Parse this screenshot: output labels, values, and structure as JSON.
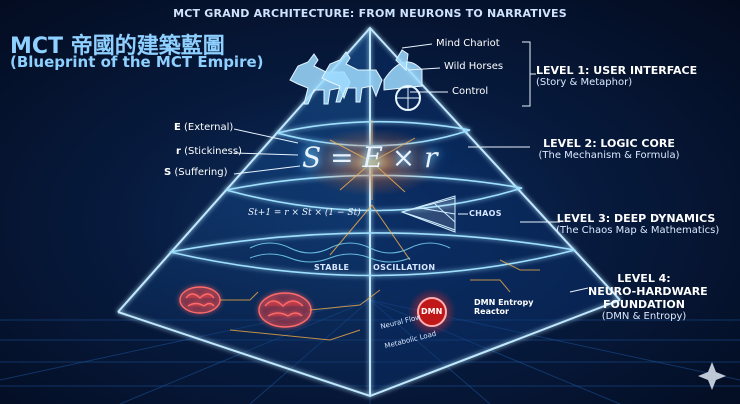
{
  "header": {
    "top_title": "MCT GRAND ARCHITECTURE: FROM NEURONS TO NARRATIVES"
  },
  "title": {
    "chinese": "MCT 帝國的建築藍圖",
    "english": "(Blueprint of the MCT Empire)"
  },
  "top_callouts": [
    "Mind Chariot",
    "Wild Horses",
    "Control"
  ],
  "levels": [
    {
      "title": "LEVEL 1: USER INTERFACE",
      "subtitle": "(Story & Metaphor)"
    },
    {
      "title": "LEVEL 2: LOGIC CORE",
      "subtitle": "(The Mechanism & Formula)"
    },
    {
      "title": "LEVEL 3: DEEP DYNAMICS",
      "subtitle": "(The Chaos Map & Mathematics)"
    },
    {
      "title_line1": "LEVEL 4:",
      "title_line2": "NEURO-HARDWARE",
      "title_line3": "FOUNDATION",
      "subtitle": "(DMN & Entropy)"
    }
  ],
  "variables": [
    {
      "symbol": "E",
      "desc": " (External)"
    },
    {
      "symbol": "r",
      "desc": " (Stickiness)"
    },
    {
      "symbol": "S",
      "desc": " (Suffering)"
    }
  ],
  "formula_main": "S = E × r",
  "formula_recurrence": "St+1 = r × St × (1 − St)",
  "level3_labels": {
    "chaos": "CHAOS",
    "stable": "STABLE",
    "oscillation": "OSCILLATION"
  },
  "level4_labels": {
    "dmn": "DMN",
    "dmn_reactor_line1": "DMN Entropy",
    "dmn_reactor_line2": "Reactor",
    "neural_flow": "Neural Flow",
    "metabolic_load": "Metabolic Load"
  },
  "colors": {
    "glow": "#5fd0ff",
    "edge": "#bfe9ff",
    "accent_red": "#ff3b3b",
    "orange": "#ffb347",
    "background": "#05122b"
  },
  "icons": [
    "chariot-horses-icon",
    "brain-icon",
    "sparkle-icon"
  ]
}
